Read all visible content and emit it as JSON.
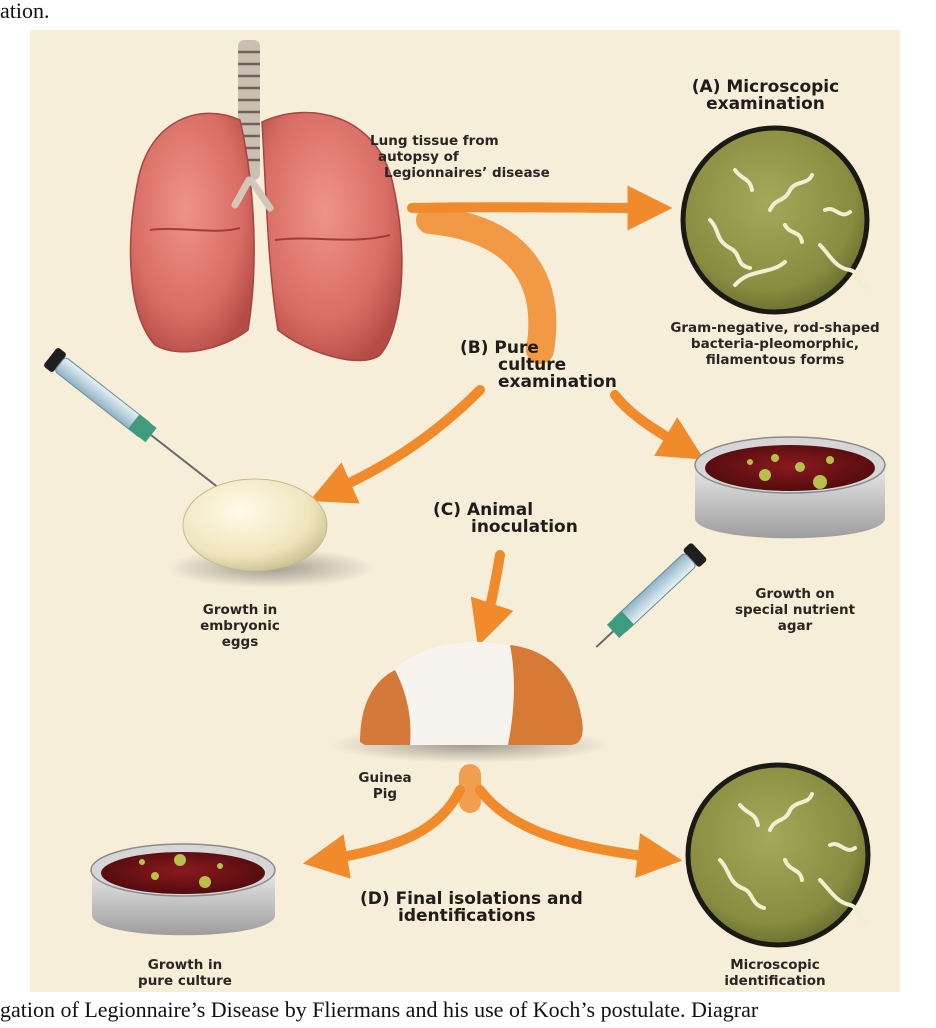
{
  "top_fragment": "ation.",
  "caption": "gation of Legionnaire’s Disease by Fliermans and his use of Koch’s postulate. Diagrar",
  "lung_label": [
    "Lung tissue from",
    "autopsy of",
    "Legionnaires’ disease"
  ],
  "step_a": [
    "(A) Microscopic",
    "examination"
  ],
  "step_a_caption": [
    "Gram-negative, rod-shaped",
    "bacteria-pleomorphic,",
    "filamentous forms"
  ],
  "step_b": [
    "(B) Pure",
    "culture",
    "examination"
  ],
  "step_c": [
    "(C) Animal",
    "inoculation"
  ],
  "step_d": [
    "(D) Final isolations and",
    "identifications"
  ],
  "eggs_label": [
    "Growth in",
    "embryonic",
    "eggs"
  ],
  "agar_label": [
    "Growth on",
    "special nutrient",
    "agar"
  ],
  "guinea_label": [
    "Guinea",
    "Pig"
  ],
  "pure_culture_label": [
    "Growth in",
    "pure culture"
  ],
  "micro_id_label": [
    "Microscopic",
    "identification"
  ],
  "colors": {
    "background": "#f6eed9",
    "arrow": "#f08a2a",
    "lung": "#d9706a",
    "microscope_field": "#8c9145",
    "agar": "#6e1216",
    "colony": "#b7c04a"
  }
}
